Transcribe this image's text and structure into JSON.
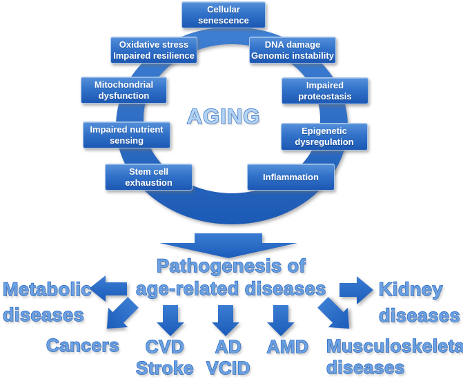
{
  "diagram": {
    "center_label": "AGING",
    "hallmarks": [
      {
        "id": "cellular-senescence",
        "lines": [
          "Cellular",
          "senescence"
        ]
      },
      {
        "id": "oxidative-stress",
        "lines": [
          "Oxidative stress",
          "Impaired resilience"
        ]
      },
      {
        "id": "dna-damage",
        "lines": [
          "DNA damage",
          "Genomic instability"
        ]
      },
      {
        "id": "mitochondrial-dysfunction",
        "lines": [
          "Mitochondrial",
          "dysfunction"
        ]
      },
      {
        "id": "impaired-proteostasis",
        "lines": [
          "Impaired",
          "proteostasis"
        ]
      },
      {
        "id": "impaired-nutrient-sensing",
        "lines": [
          "Impaired nutrient",
          "sensing"
        ]
      },
      {
        "id": "epigenetic-dysregulation",
        "lines": [
          "Epigenetic",
          "dysregulation"
        ]
      },
      {
        "id": "stem-cell-exhaustion",
        "lines": [
          "Stem cell",
          "exhaustion"
        ]
      },
      {
        "id": "inflammation",
        "lines": [
          "Inflammation",
          ""
        ]
      }
    ],
    "funnel": {
      "line1": "Pathogenesis of",
      "line2": "age-related diseases"
    },
    "outcomes": [
      {
        "id": "metabolic",
        "lines": [
          "Metabolic",
          "diseases"
        ]
      },
      {
        "id": "cancers",
        "lines": [
          "Cancers",
          ""
        ]
      },
      {
        "id": "cvd-stroke",
        "lines": [
          "CVD",
          "Stroke"
        ]
      },
      {
        "id": "ad-vcid",
        "lines": [
          "AD",
          "VCID"
        ]
      },
      {
        "id": "amd",
        "lines": [
          "AMD",
          ""
        ]
      },
      {
        "id": "musculoskeletal",
        "lines": [
          "Musculoskeletal",
          "diseases"
        ]
      },
      {
        "id": "kidney",
        "lines": [
          "Kidney",
          "diseases"
        ]
      }
    ],
    "arrows": [
      {
        "name": "funnel-down-arrow",
        "direction": "down"
      },
      {
        "name": "arrow-to-metabolic",
        "direction": "left"
      },
      {
        "name": "arrow-to-cancers",
        "direction": "down-left"
      },
      {
        "name": "arrow-to-cvd",
        "direction": "down"
      },
      {
        "name": "arrow-to-ad",
        "direction": "down"
      },
      {
        "name": "arrow-to-amd",
        "direction": "down"
      },
      {
        "name": "arrow-to-musculoskeletal",
        "direction": "down-right"
      },
      {
        "name": "arrow-to-kidney",
        "direction": "right"
      }
    ],
    "colors": {
      "box_gradient_top": "#5590d9",
      "box_gradient_bottom": "#1c58b3",
      "box_border": "#a9c8ec",
      "box_text": "#ffffff",
      "ring_top": "#3f80d3",
      "ring_bottom": "#1d5ab5",
      "arrow_fill": "#2468c6",
      "wordart_fill": "#6ba1e2",
      "wordart_stroke": "#1d61c1",
      "aging_fill": "#b3d2f2",
      "aging_stroke": "#2e75cf"
    }
  }
}
